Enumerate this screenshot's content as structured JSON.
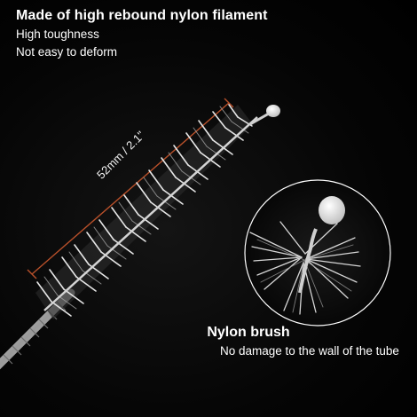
{
  "header": {
    "headline": "Made of high rebound nylon filament",
    "features": [
      "High toughness",
      "Not easy to deform"
    ]
  },
  "measurement": {
    "label": "52mm / 2.1\""
  },
  "callout": {
    "title": "Nylon brush",
    "text": "No damage to the wall of the tube"
  },
  "colors": {
    "background": "#000000",
    "text": "#ffffff",
    "dimension_line": "#b8502a",
    "bristles": "#e6e6e6",
    "wire": "#c9c9c9",
    "tip": "#f4f4f4"
  }
}
